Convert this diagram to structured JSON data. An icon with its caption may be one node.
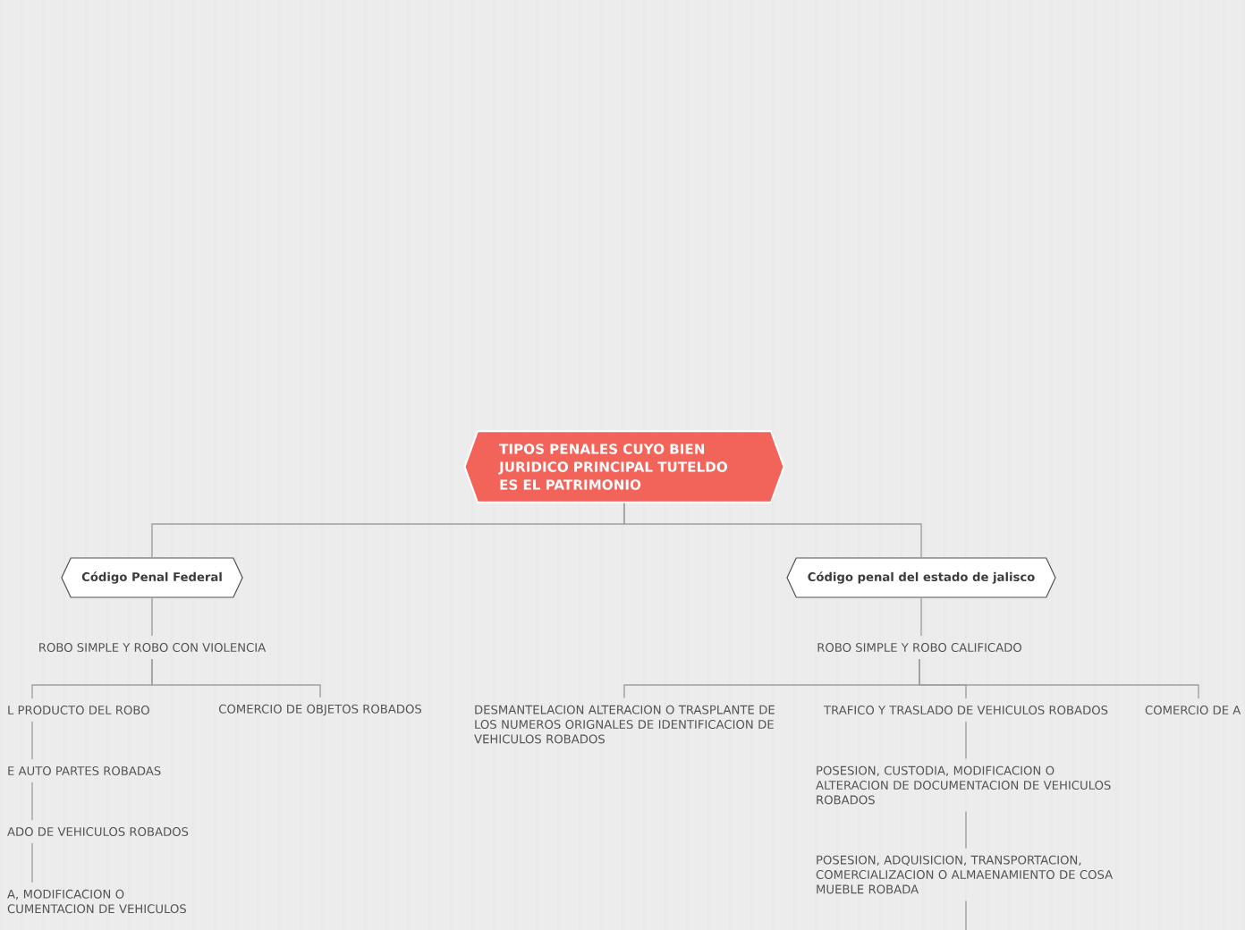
{
  "diagram": {
    "nodes": [
      {
        "text": [
          "TIPOS PENALES CUYO BIEN JURIDICO PRINCIPAL TUTELDO ES EL PATRIMONIO"
        ]
      },
      {
        "text": [
          "Código Penal Federal"
        ]
      },
      {
        "text": [
          "Código penal del estado de jalisco"
        ]
      },
      {
        "text": [
          "ROBO SIMPLE Y ROBO CON VIOLENCIA"
        ]
      },
      {
        "text": [
          "ROBO SIMPLE Y ROBO CALIFICADO"
        ]
      },
      {
        "text": [
          "L PRODUCTO DEL ROBO"
        ]
      },
      {
        "text": [
          "COMERCIO DE OBJETOS ROBADOS"
        ]
      },
      {
        "text": [
          "E AUTO PARTES ROBADAS"
        ]
      },
      {
        "text": [
          "ADO DE VEHICULOS ROBADOS"
        ]
      },
      {
        "text": [
          "A, MODIFICACION O CUMENTACION DE VEHICULOS"
        ]
      },
      {
        "text": [
          "DESMANTELACION ALTERACION O TRASPLANTE DE LOS NUMEROS ORIGNALES DE IDENTIFICACION DE VEHICULOS ROBADOS"
        ]
      },
      {
        "text": [
          "TRAFICO Y TRASLADO DE VEHICULOS ROBADOS"
        ]
      },
      {
        "text": [
          "COMERCIO DE A"
        ]
      },
      {
        "text": [
          "POSESION, CUSTODIA, MODIFICACION O ALTERACION DE DOCUMENTACION DE VEHICULOS ROBADOS"
        ]
      },
      {
        "text": [
          "POSESION, ADQUISICION, TRANSPORTACION, COMERCIALIZACION O ALMAENAMIENTO DE COSA MUEBLE ROBADA"
        ]
      }
    ],
    "edges": [
      {
        "from": 0,
        "to": 1,
        "arrow": "none"
      },
      {
        "from": 0,
        "to": 2,
        "arrow": "none"
      },
      {
        "from": 1,
        "to": 3,
        "arrow": "none"
      },
      {
        "from": 2,
        "to": 4,
        "arrow": "none"
      },
      {
        "from": 3,
        "to": 5,
        "arrow": "none"
      },
      {
        "from": 3,
        "to": 6,
        "arrow": "none"
      },
      {
        "from": 4,
        "to": 10,
        "arrow": "none"
      },
      {
        "from": 4,
        "to": 11,
        "arrow": "none"
      },
      {
        "from": 4,
        "to": 12,
        "arrow": "none"
      },
      {
        "from": 5,
        "to": 7,
        "arrow": "none"
      },
      {
        "from": 7,
        "to": 8,
        "arrow": "none"
      },
      {
        "from": 8,
        "to": 9,
        "arrow": "none"
      },
      {
        "from": 11,
        "to": 13,
        "arrow": "none"
      },
      {
        "from": 13,
        "to": 14,
        "arrow": "none"
      },
      {
        "from": 14,
        "to": null,
        "arrow": "none"
      }
    ]
  }
}
